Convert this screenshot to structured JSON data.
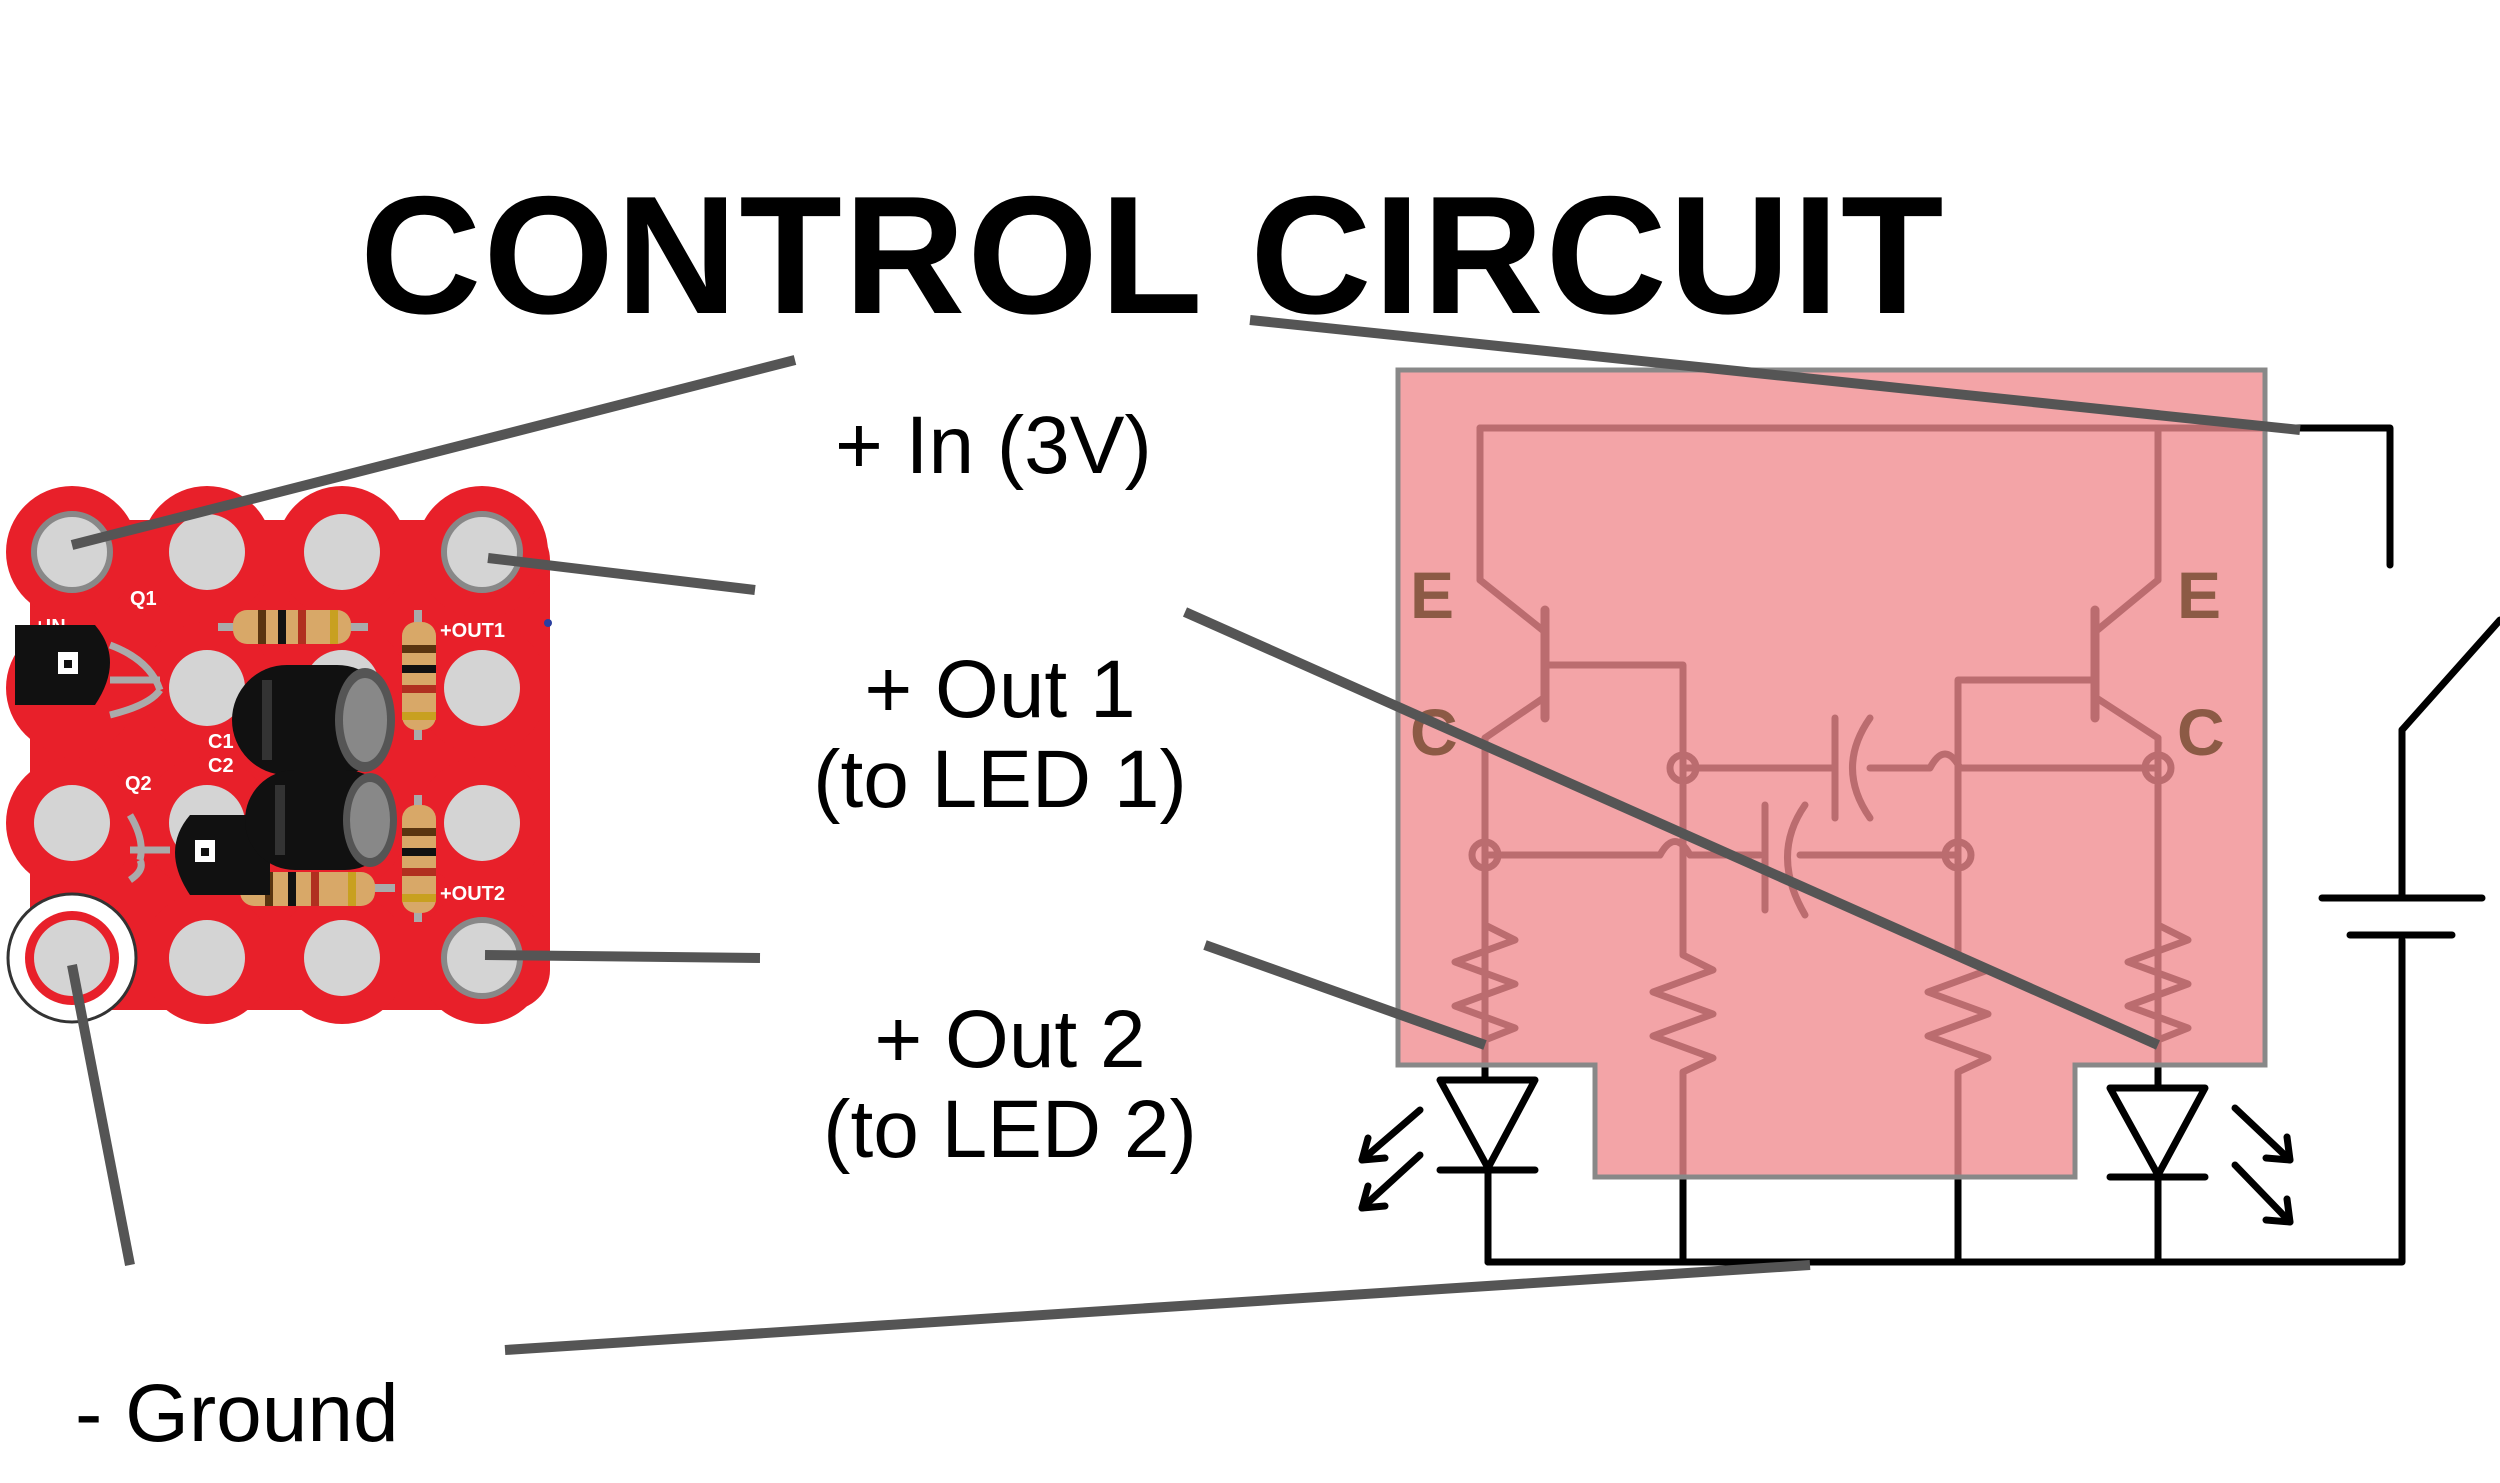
{
  "title": "CONTROL CIRCUIT",
  "labels": {
    "in": "+ In (3V)",
    "out1_line1": "+ Out 1",
    "out1_line2": "(to LED 1)",
    "out2_line1": "+ Out 2",
    "out2_line2": "(to LED 2)",
    "ground": "- Ground"
  },
  "board": {
    "silk_q1": "Q1",
    "silk_q2": "Q2",
    "silk_c1": "C1",
    "silk_c2": "C2",
    "silk_out1": "+OUT1",
    "silk_out2": "+OUT2",
    "silk_in": "+IN"
  },
  "schematic": {
    "left_emitter": "E",
    "left_collector": "C",
    "right_emitter": "E",
    "right_collector": "C"
  },
  "colors": {
    "board_red": "#e8202a",
    "highlight": "#f08a8e",
    "leader": "#555555",
    "wire": "#000000",
    "transistor_label": "#8c5a45"
  }
}
